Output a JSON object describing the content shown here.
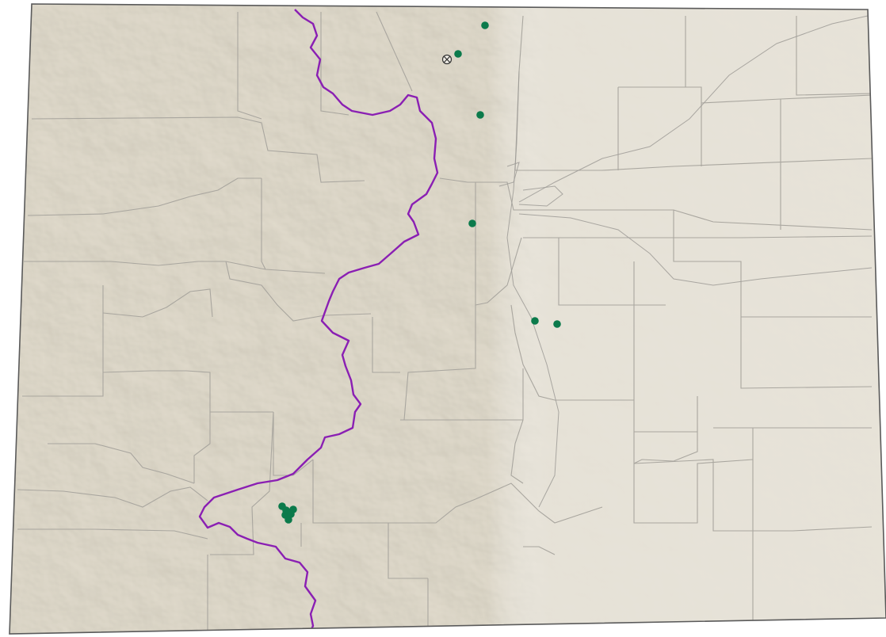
{
  "map": {
    "region": "Colorado",
    "colors": {
      "land": "#e6e1d6",
      "hillshade": "#cfc9bd",
      "county_lines": "#a9a69f",
      "state_border": "#5a5a5a",
      "continental_divide": "#8a1fb3",
      "site_marker": "#0b7a4b",
      "roads": "#9d9b96"
    },
    "marker_types": [
      {
        "name": "site",
        "shape": "filled-circle",
        "color": "#0b7a4b",
        "count": 13
      },
      {
        "name": "crossed-circle",
        "shape": "circle-with-x",
        "color": "#333333",
        "count": 1
      }
    ],
    "features": [
      "county-boundaries",
      "state-boundary",
      "continental-divide-line",
      "hillshade-relief",
      "highways"
    ]
  }
}
